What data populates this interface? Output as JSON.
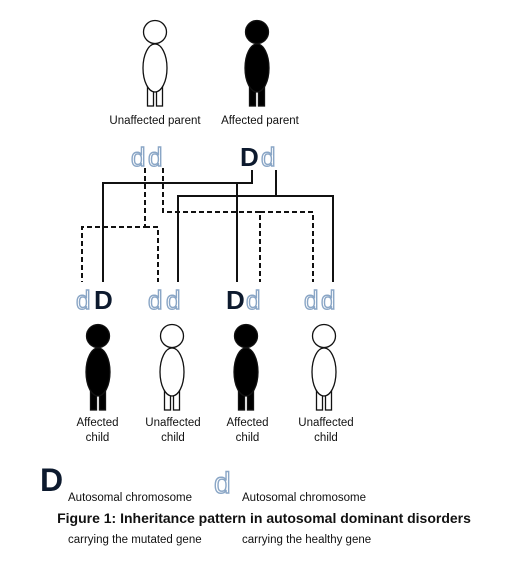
{
  "parents": {
    "unaffected": {
      "label": "Unaffected parent",
      "alleles": [
        "d",
        "d"
      ]
    },
    "affected": {
      "label": "Affected parent",
      "alleles": [
        "D",
        "d"
      ]
    }
  },
  "children": [
    {
      "label_line1": "Affected",
      "label_line2": "child",
      "alleles": [
        "d",
        "D"
      ],
      "affected": true
    },
    {
      "label_line1": "Unaffected",
      "label_line2": "child",
      "alleles": [
        "d",
        "d"
      ],
      "affected": false
    },
    {
      "label_line1": "Affected",
      "label_line2": "child",
      "alleles": [
        "D",
        "d"
      ],
      "affected": true
    },
    {
      "label_line1": "Unaffected",
      "label_line2": "child",
      "alleles": [
        "d",
        "d"
      ],
      "affected": false
    }
  ],
  "legend": {
    "dominant": {
      "symbol": "D",
      "line1": "Autosomal chromosome",
      "line2": "carrying the mutated gene"
    },
    "recessive": {
      "symbol": "d",
      "line1": "Autosomal chromosome",
      "line2": "carrying the healthy gene"
    }
  },
  "caption": "Figure 1: Inheritance pattern in autosomal dominant disorders",
  "colors": {
    "affected_fill": "#000000",
    "unaffected_fill": "#ffffff",
    "outline": "#111111",
    "D_letter": "#0d1a2e",
    "d_outline": "#8aa6c6"
  }
}
